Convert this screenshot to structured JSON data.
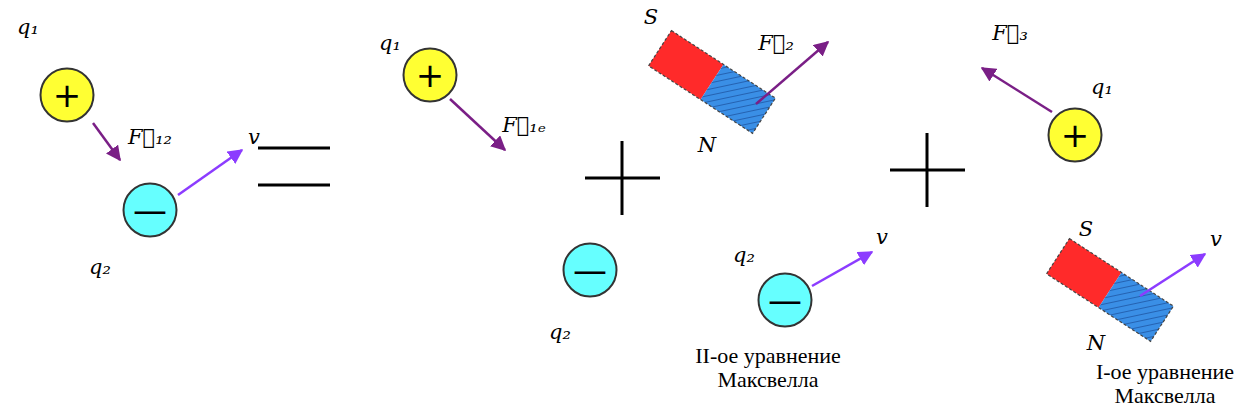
{
  "diagram": {
    "nodes": [
      {
        "text": [
          "+"
        ]
      },
      {
        "text": [
          "—"
        ]
      },
      {
        "text": [
          "+"
        ]
      },
      {
        "text": [
          "—"
        ]
      },
      {
        "text": [
          "—"
        ]
      },
      {
        "text": [
          "+"
        ]
      }
    ],
    "labels": [
      "q₁",
      "F⃗₁₂",
      "v",
      "q₂",
      "q₁",
      "F⃗₁ₑ",
      "S",
      "F⃗₂",
      "N",
      "q₂",
      "q₂",
      "v",
      "II-ое уравнение Максвелла",
      "F⃗₃",
      "q₁",
      "S",
      "v",
      "N",
      "I-ое уравнение Максвелла"
    ]
  }
}
